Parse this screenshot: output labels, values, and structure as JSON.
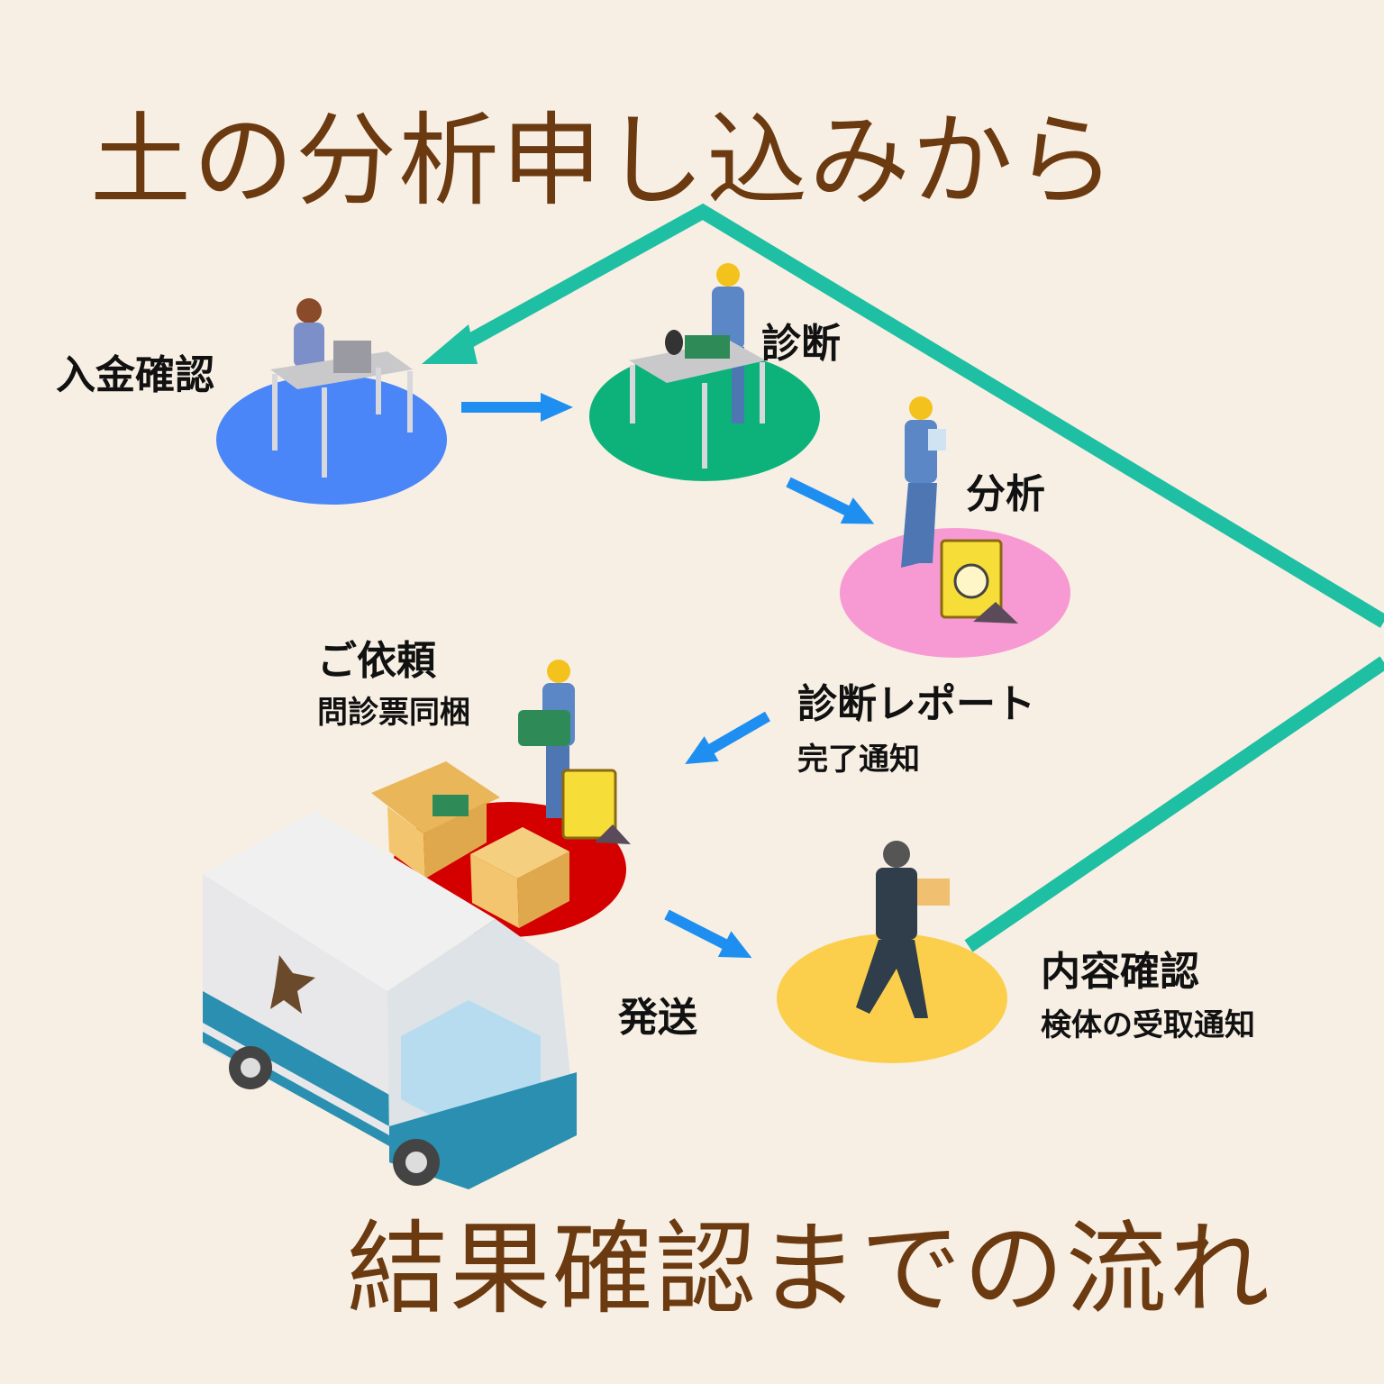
{
  "title_top": "土の分析申し込みから",
  "title_bottom": "結果確認までの流れ",
  "steps": [
    {
      "label": "入金確認",
      "color": "#4a86f7"
    },
    {
      "label": "診断",
      "color": "#0db27a"
    },
    {
      "label": "分析",
      "color": "#f79ad3"
    },
    {
      "label": "診断レポート",
      "sub": "完了通知"
    },
    {
      "label": "ご依頼",
      "sub": "問診票同梱",
      "color": "#d40000"
    },
    {
      "label": "発送"
    },
    {
      "label": "内容確認",
      "sub": "検体の受取通知",
      "color": "#fbcf4c"
    }
  ],
  "colors": {
    "loop_line": "#1fbfa3",
    "arrow": "#1e8ff0",
    "title": "#6b3a10",
    "background": "#f7efe4"
  }
}
